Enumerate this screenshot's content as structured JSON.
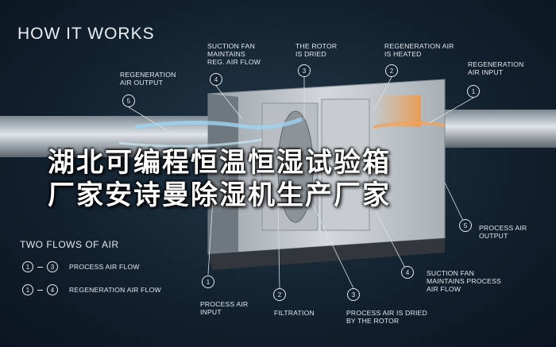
{
  "heading": "HOW IT WORKS",
  "callouts_top": [
    {
      "text": "REGENERATION\nAIR OUTPUT",
      "num": "5"
    },
    {
      "text": "SUCTION FAN\nMAINTAINS\nREG. AIR FLOW",
      "num": "4"
    },
    {
      "text": "THE ROTOR\nIS DRIED",
      "num": "3"
    },
    {
      "text": "REGENERATION AIR\nIS HEATED",
      "num": "2"
    },
    {
      "text": "REGENERATION\nAIR INPUT",
      "num": "1"
    }
  ],
  "callouts_bottom": [
    {
      "text": "PROCESS AIR\nINPUT",
      "num": "1"
    },
    {
      "text": "FILTRATION",
      "num": "2"
    },
    {
      "text": "PROCESS AIR IS DRIED\nBY THE ROTOR",
      "num": "3"
    },
    {
      "text": "SUCTION FAN\nMAINTAINS PROCESS\nAIR FLOW",
      "num": "4"
    },
    {
      "text": "PROCESS AIR\nOUTPUT",
      "num": "5"
    }
  ],
  "overlay": {
    "line1": "湖北可编程恒温恒湿试验箱",
    "line2": "厂家安诗曼除湿机生产厂家"
  },
  "flows": {
    "title": "TWO FLOWS OF AIR",
    "rows": [
      {
        "from": "1",
        "to": "3",
        "label": "PROCESS AIR FLOW"
      },
      {
        "from": "1",
        "to": "4",
        "label": "REGENERATION AIR FLOW"
      }
    ]
  }
}
